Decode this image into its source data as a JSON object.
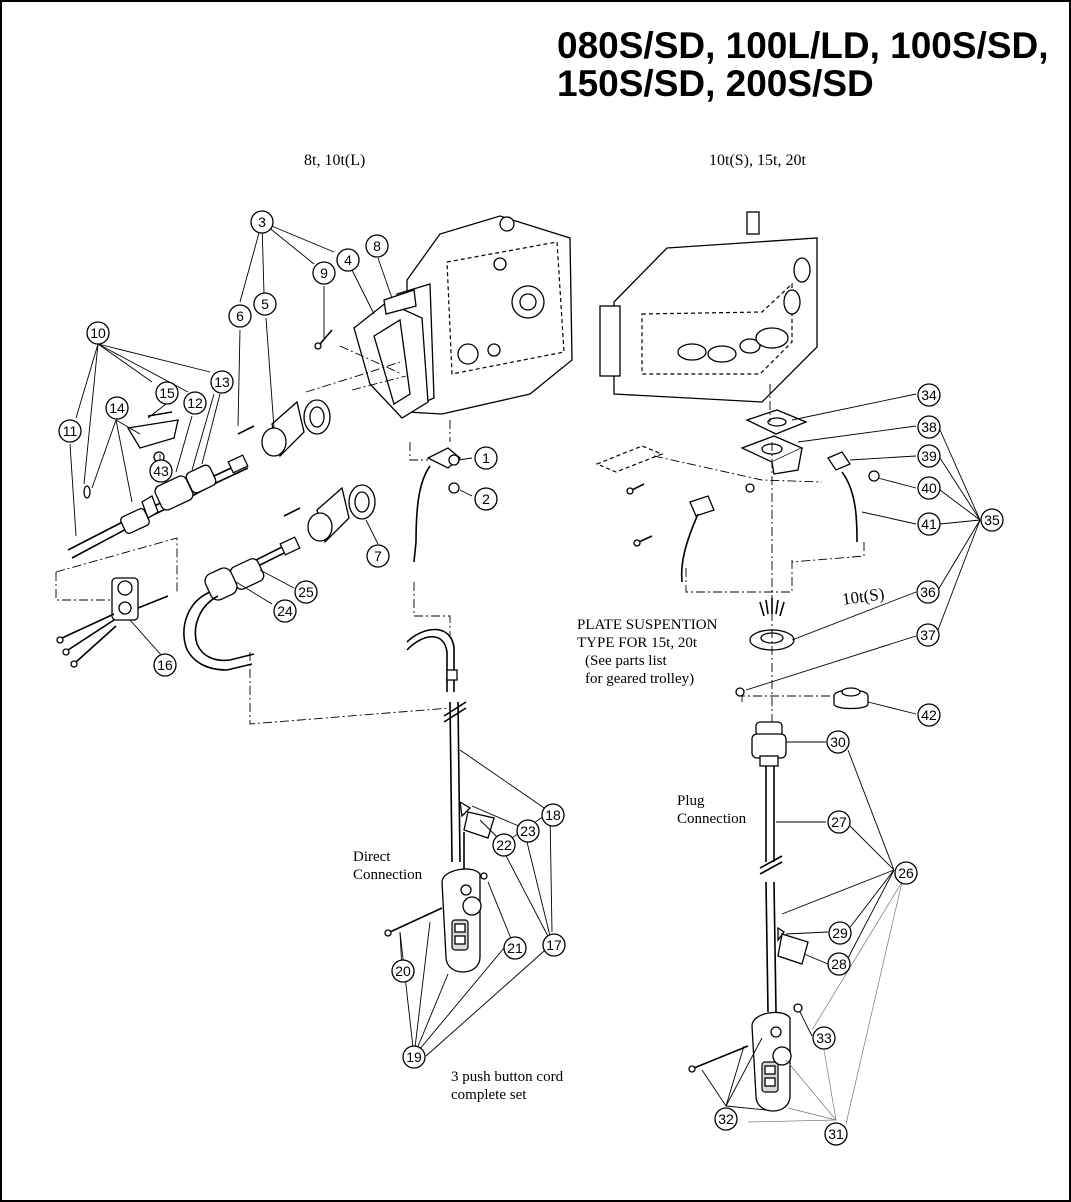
{
  "header": {
    "title_line1": "080S/SD, 100L/LD, 100S/SD,",
    "title_line2": "150S/SD, 200S/SD"
  },
  "sections": {
    "left_heading": "8t, 10t(L)",
    "right_heading": "10t(S), 15t, 20t"
  },
  "notes": {
    "plate_l1": "PLATE SUSPENTION",
    "plate_l2": "TYPE FOR 15t, 20t",
    "plate_l3": "(See parts list",
    "plate_l4": "for geared trolley)",
    "variant_10ts": "10t(S)",
    "plug_l1": "Plug",
    "plug_l2": "Connection",
    "direct_l1": "Direct",
    "direct_l2": "Connection",
    "set_l1": "3 push button cord",
    "set_l2": "complete set"
  },
  "callouts": [
    "1",
    "2",
    "3",
    "4",
    "5",
    "6",
    "7",
    "8",
    "9",
    "10",
    "11",
    "12",
    "13",
    "14",
    "15",
    "16",
    "17",
    "18",
    "19",
    "20",
    "21",
    "22",
    "23",
    "24",
    "25",
    "26",
    "27",
    "28",
    "29",
    "30",
    "31",
    "32",
    "33",
    "34",
    "35",
    "36",
    "37",
    "38",
    "39",
    "40",
    "41",
    "42",
    "43"
  ]
}
